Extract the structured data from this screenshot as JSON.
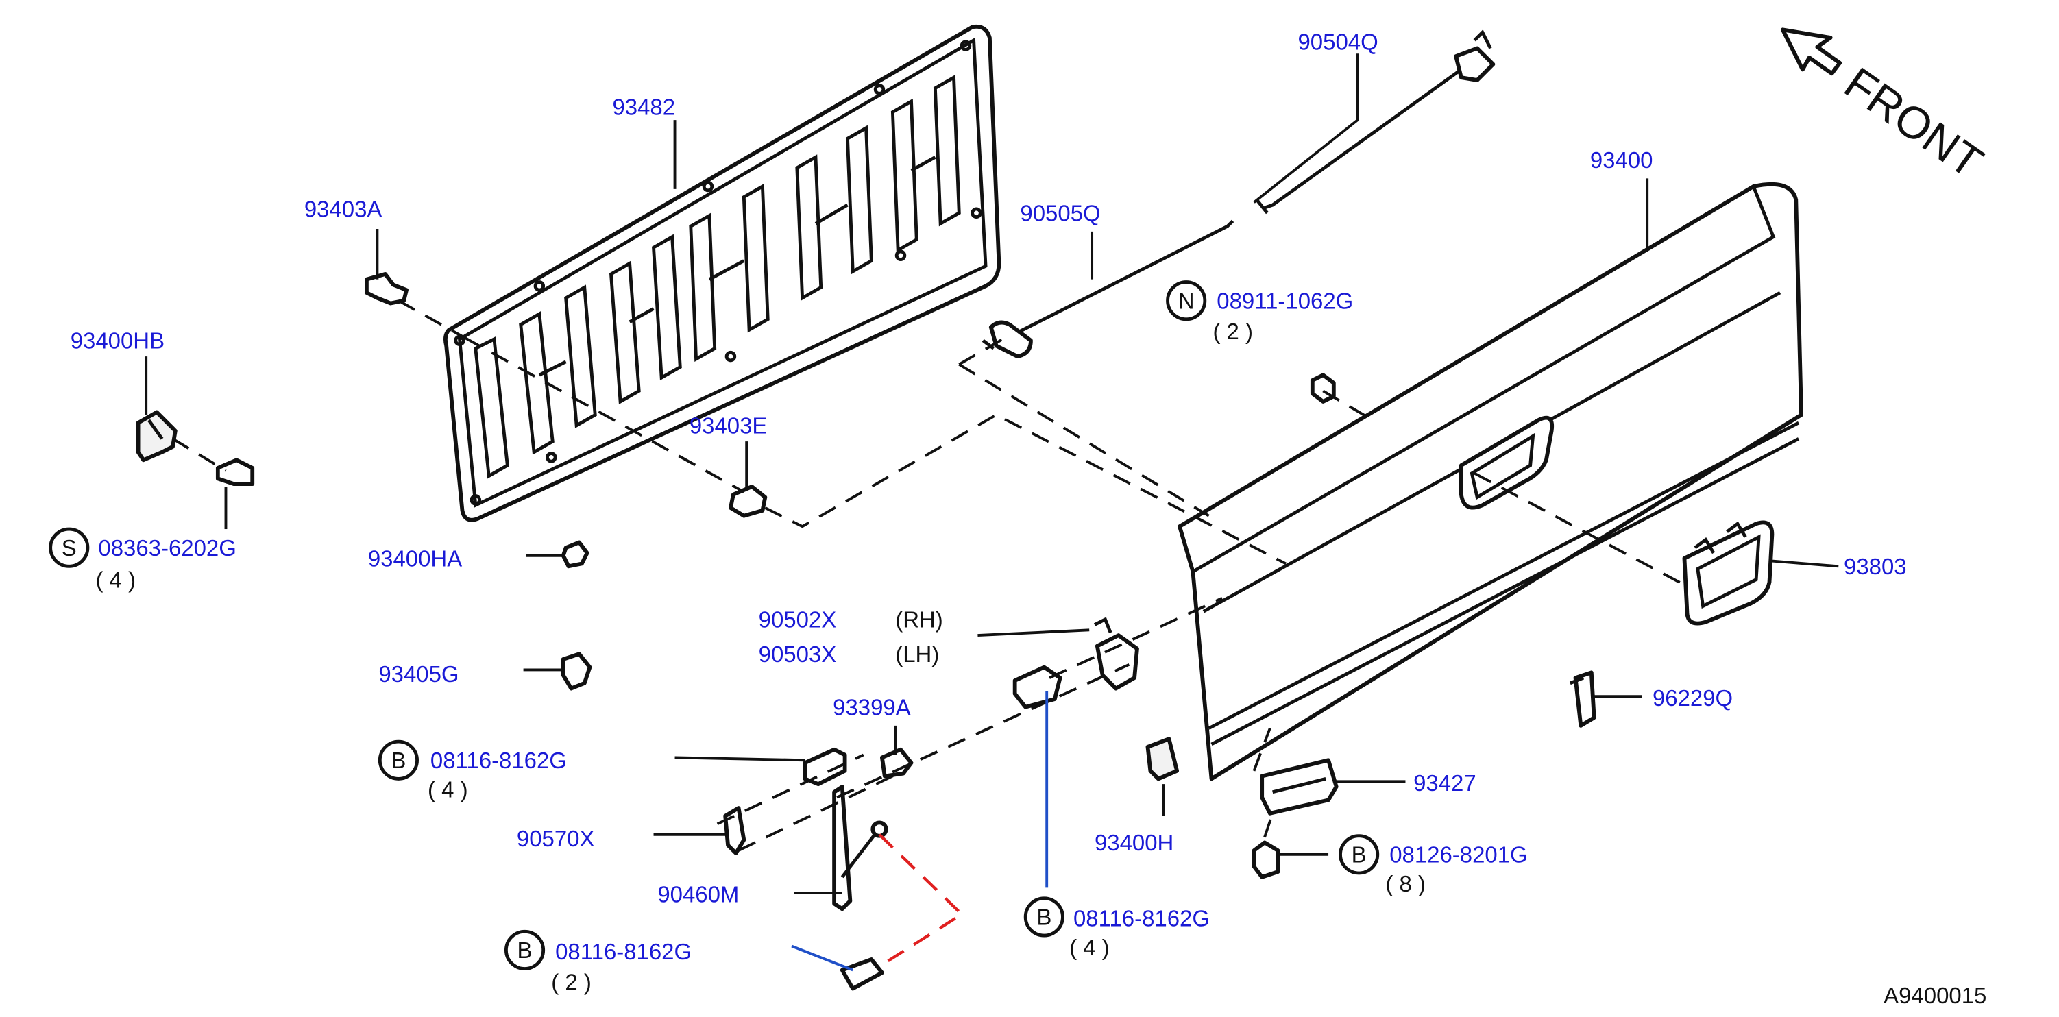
{
  "diagram": {
    "front_label": "FRONT",
    "figure_id": "A9400015",
    "colors": {
      "part_label": "#1a1ad6",
      "text": "#111111",
      "red_dash": "#e02020"
    },
    "parts": {
      "p93482": "93482",
      "p93403A": "93403A",
      "p93400HB": "93400HB",
      "s_prefix": "S",
      "p08363": "08363-6202G",
      "q08363": "( 4 )",
      "p93403E": "93403E",
      "p93400HA": "93400HA",
      "p93405G": "93405G",
      "b_prefix": "B",
      "p08116_a": "08116-8162G",
      "q08116_a": "( 4 )",
      "p93399A": "93399A",
      "p90570X": "90570X",
      "p90460M": "90460M",
      "p08116_b": "08116-8162G",
      "q08116_b": "( 2 )",
      "p90504Q": "90504Q",
      "p90505Q": "90505Q",
      "n_prefix": "N",
      "p08911": "08911-1062G",
      "q08911": "( 2 )",
      "p93400": "93400",
      "p93803": "93803",
      "p90502X": "90502X",
      "rh": "(RH)",
      "p90503X": "90503X",
      "lh": "(LH)",
      "p96229Q": "96229Q",
      "p93427": "93427",
      "p93400H": "93400H",
      "p08126": "08126-8201G",
      "q08126": "( 8 )",
      "p08116_c": "08116-8162G",
      "q08116_c": "( 4 )"
    }
  }
}
